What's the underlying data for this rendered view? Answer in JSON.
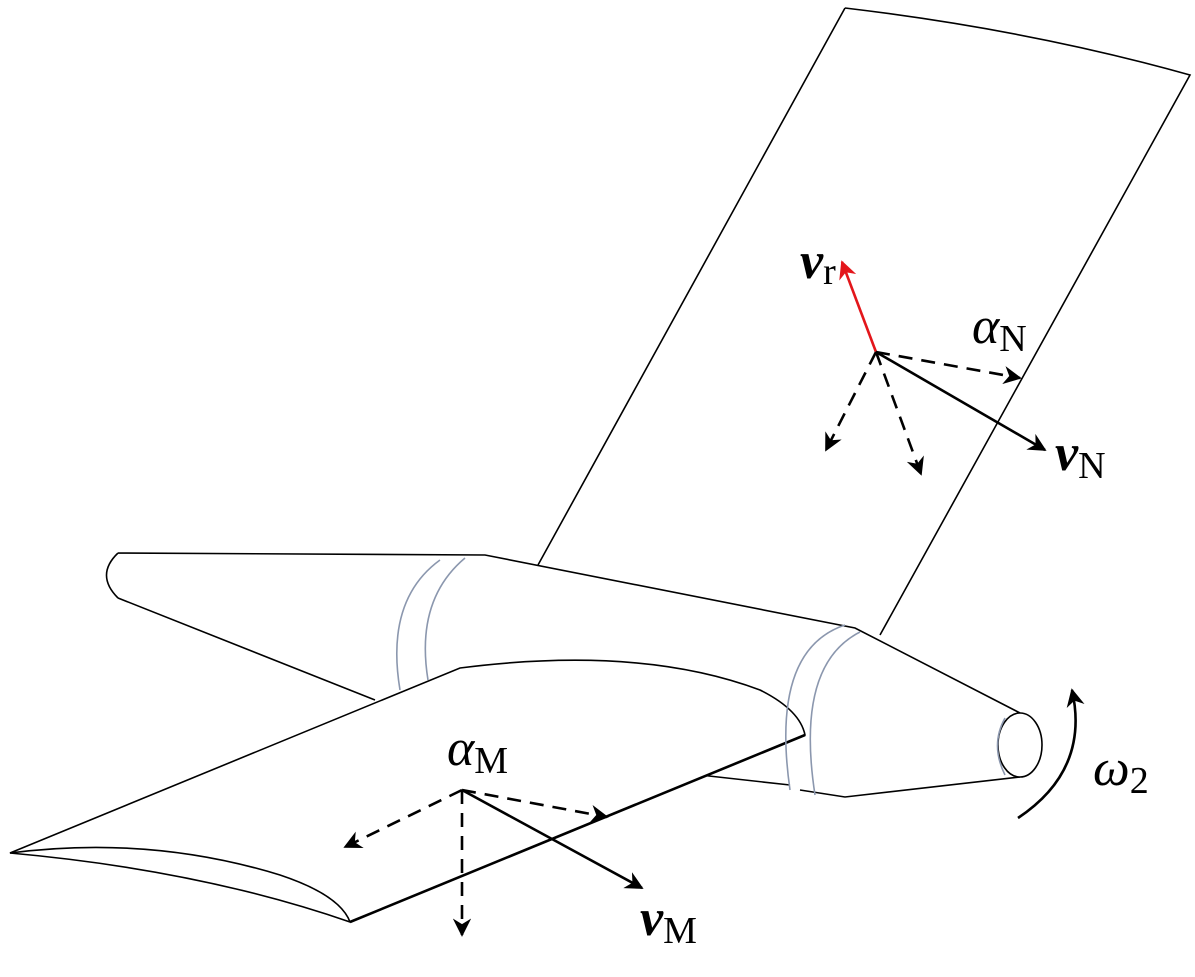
{
  "labels": {
    "v_r": {
      "main": "v",
      "sub": "r"
    },
    "alpha_N": {
      "main": "α",
      "sub": "N"
    },
    "v_N": {
      "main": "v",
      "sub": "N"
    },
    "alpha_M": {
      "main": "α",
      "sub": "M"
    },
    "v_M": {
      "main": "v",
      "sub": "M"
    },
    "omega_2": {
      "main": "ω",
      "sub": "2"
    }
  },
  "colors": {
    "outline": "#000000",
    "collar": "#8b97ae",
    "relative_velocity": "#e3161b"
  }
}
